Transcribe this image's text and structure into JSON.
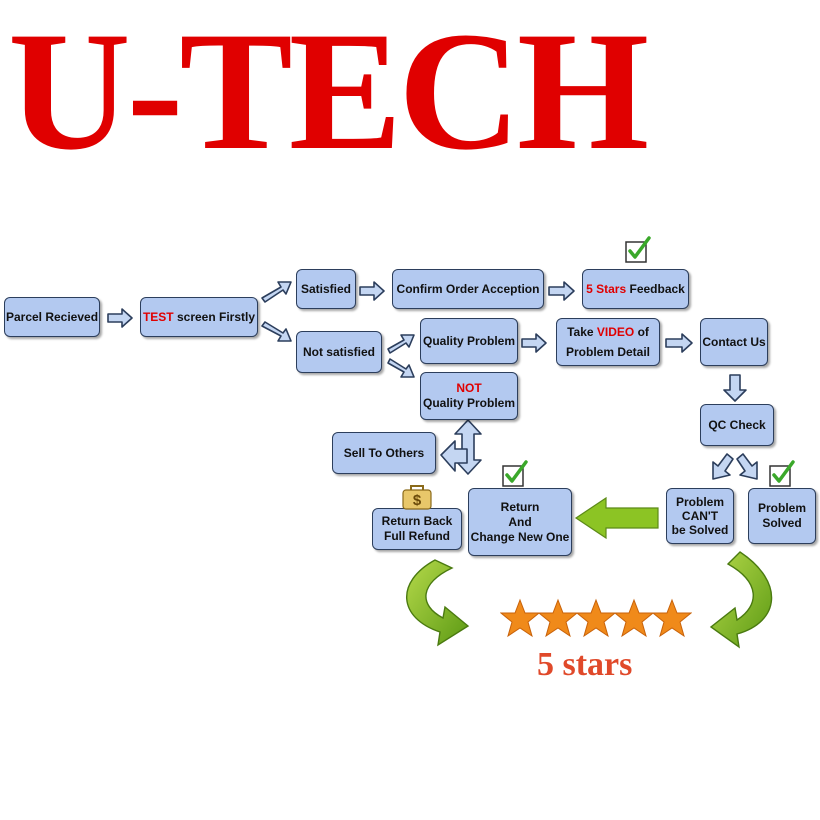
{
  "brand": {
    "title": "U-TECH",
    "color": "#e00000"
  },
  "nodes": {
    "parcel_received": {
      "text": "Parcel Recieved"
    },
    "test_screen": {
      "highlight": "TEST",
      "rest": " screen Firstly"
    },
    "satisfied": {
      "text": "Satisfied"
    },
    "not_satisfied": {
      "text": "Not satisfied"
    },
    "confirm_order": {
      "text": "Confirm Order Acception"
    },
    "five_stars_feedback": {
      "highlight": "5 Stars",
      "rest": " Feedback"
    },
    "quality_problem": {
      "text": "Quality Problem"
    },
    "not_quality_problem": {
      "highlight": "NOT",
      "line2": "Quality Problem"
    },
    "take_video": {
      "pre": "Take ",
      "highlight": "VIDEO",
      "post": " of",
      "line2": "Problem Detail"
    },
    "contact_us": {
      "text": "Contact Us"
    },
    "qc_check": {
      "text": "QC Check"
    },
    "sell_to_others": {
      "text": "Sell To Others"
    },
    "return_change": {
      "line1": "Return",
      "line2": "And",
      "line3": "Change New One"
    },
    "return_back": {
      "line1": "Return Back",
      "line2": "Full Refund"
    },
    "problem_cant": {
      "line1": "Problem",
      "line2": "CAN'T",
      "line3": "be Solved"
    },
    "problem_solved": {
      "line1": "Problem",
      "line2": "Solved"
    }
  },
  "icons": {
    "checkmark": "checkbox-check-icon",
    "money": "money-bag-icon",
    "star": "star-icon",
    "curved_arrow": "curved-arrow-icon"
  },
  "rating": {
    "text": "5 stars",
    "star_count": 5
  },
  "colors": {
    "box_fill": "#b3c9f0",
    "box_border": "#2c3e5c",
    "arrow_fill": "#c4d6f2",
    "green_arrow": "#8cc424",
    "star": "#f08a1a",
    "highlight": "#e00000"
  }
}
